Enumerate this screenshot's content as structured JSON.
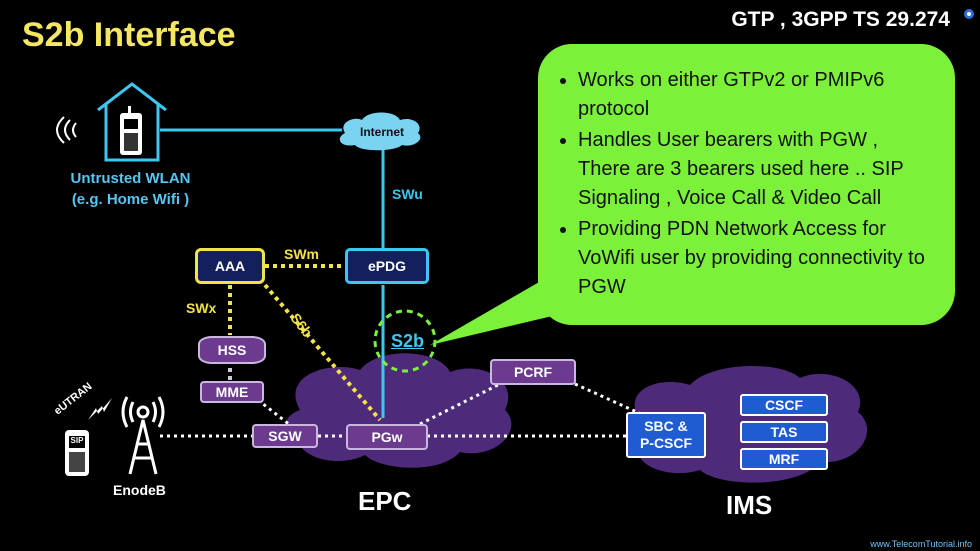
{
  "title": "S2b Interface",
  "header_ref": "GTP , 3GPP TS 29.274",
  "footer_url": "www.TelecomTutorial.info",
  "bubble": {
    "bullets": [
      "Works on either GTPv2 or PMIPv6 protocol",
      "Handles User bearers with PGW , There are 3 bearers used here .. SIP Signaling , Voice Call & Video Call",
      "Providing PDN Network Access for VoWifi user by providing connectivity to PGW"
    ]
  },
  "wlan": {
    "line1": "Untrusted WLAN",
    "line2": "(e.g. Home Wifi )"
  },
  "nodes": {
    "internet": "Internet",
    "aaa": "AAA",
    "epdg": "ePDG",
    "hss": "HSS",
    "mme": "MME",
    "sgw": "SGW",
    "pgw": "PGw",
    "pcrf": "PCRF",
    "sbc_line1": "SBC &",
    "sbc_line2": "P-CSCF",
    "cscf": "CSCF",
    "tas": "TAS",
    "mrf": "MRF"
  },
  "interfaces": {
    "swu": "SWu",
    "swm": "SWm",
    "swx": "SWx",
    "s6b": "S6b",
    "s2b": "S2b"
  },
  "areas": {
    "epc": "EPC",
    "ims": "IMS"
  },
  "radio": {
    "eutran": "eUTRAN",
    "enodeb": "EnodeB",
    "phone_label": "SIP"
  },
  "colors": {
    "title": "#f5e663",
    "bubble": "#7cf13a",
    "link_blue": "#3fc6ef",
    "dashed_yellow": "#f4e24a",
    "cloud_purple": "#4d2b7a",
    "ims_box": "#1f5bd1",
    "wlan_text": "#56c6f2"
  }
}
